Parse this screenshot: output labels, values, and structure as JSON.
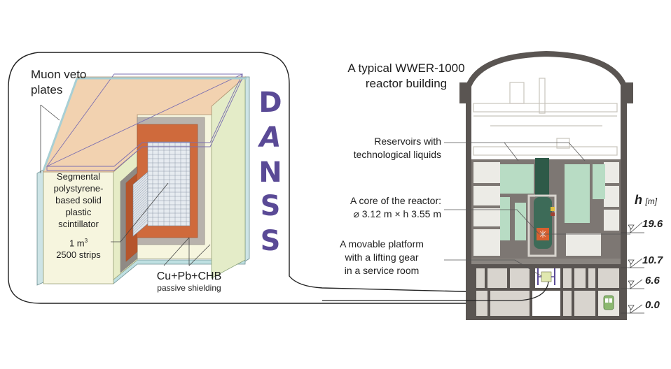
{
  "detector": {
    "name_letters": [
      "D",
      "A",
      "N",
      "S",
      "S"
    ],
    "muon_veto_label": [
      "Muon veto",
      "plates"
    ],
    "scintillator_label": [
      "Segmental",
      "polystyrene-",
      "based solid",
      "plastic",
      "scintillator"
    ],
    "volume_label": "1 m",
    "volume_sup": "3",
    "strips_label": "2500 strips",
    "shielding_title": "Cu+Pb+CHB",
    "shielding_subtitle": "passive shielding"
  },
  "reactor": {
    "title": [
      "A typical WWER-1000",
      "reactor building"
    ],
    "reservoirs_label": [
      "Reservoirs with",
      "technological liquids"
    ],
    "core_label": [
      "A core of the reactor:",
      "⌀ 3.12 m × h 3.55 m"
    ],
    "platform_label": [
      "A movable platform",
      "with a lifting gear",
      "in a service room"
    ],
    "height_axis": {
      "symbol": "h",
      "unit": "[m]",
      "levels": [
        "19.6",
        "10.7",
        "6.6",
        "0.0"
      ]
    }
  },
  "colors": {
    "dans_letters": "#5a4a96",
    "top_face": "#f2d2b0",
    "side_face": "#f6f5de",
    "right_face": "#e4ecc8",
    "copper": "#cf6a3c",
    "lead": "#b8b2ac",
    "veto_plate": "#a8cfd4",
    "reservoir_green": "#b8dcc4",
    "building_wall": "#5a5552",
    "room_fill": "#d8d4ce",
    "floor_slab": "#8a8580"
  }
}
